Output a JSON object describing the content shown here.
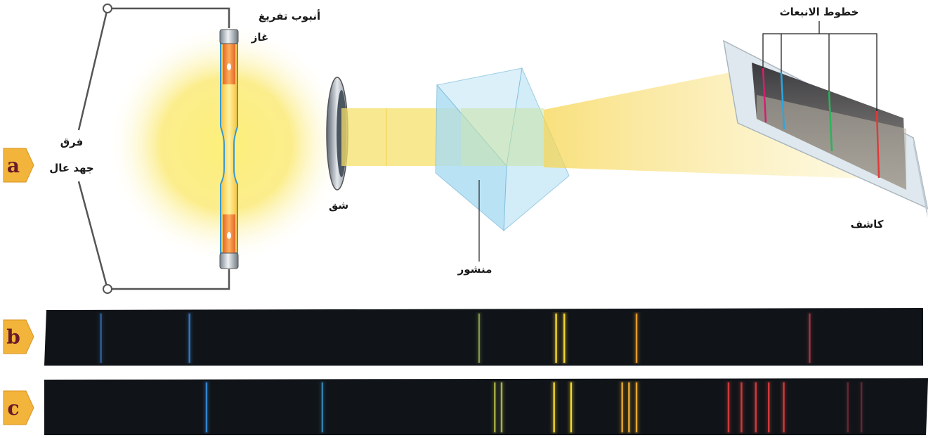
{
  "panels": {
    "a": "a",
    "b": "b",
    "c": "c"
  },
  "labels": {
    "tube_line1": "أنبوب تفريغ",
    "tube_line2": "غاز",
    "voltage_line1": "فرق",
    "voltage_line2": "جهد عال",
    "slit": "شق",
    "prism": "منشور",
    "emission_lines": "خطوط الانبعاث",
    "detector": "كاشف"
  },
  "colors": {
    "badge": "#f2b43a",
    "badge_text": "#6a1a2a",
    "glow": "#fbe96a",
    "beam": "#f8e36a",
    "prism": "#9fd6ef",
    "spectrum_bg": "#101418"
  },
  "detector_lines": [
    {
      "color": "#d4206e"
    },
    {
      "color": "#2aa6e0"
    },
    {
      "color": "#2bb35a"
    },
    {
      "color": "#e03a3a"
    }
  ],
  "spectrum_b": [
    {
      "pos": 0.08,
      "color": "#3a78c8",
      "glow": 0.5
    },
    {
      "pos": 0.21,
      "color": "#3a86d8",
      "glow": 0.7
    },
    {
      "pos": 0.635,
      "color": "#a8c060",
      "glow": 0.5
    },
    {
      "pos": 0.748,
      "color": "#f5d530",
      "glow": 1
    },
    {
      "pos": 0.76,
      "color": "#f5d530",
      "glow": 1
    },
    {
      "pos": 0.866,
      "color": "#f0a030",
      "glow": 0.9
    },
    {
      "pos": 1.12,
      "color": "#c04050",
      "glow": 0.6
    }
  ],
  "spectrum_c": [
    {
      "pos": 0.235,
      "color": "#3a90e0",
      "glow": 0.8
    },
    {
      "pos": 0.405,
      "color": "#3a9ad0",
      "glow": 0.6
    },
    {
      "pos": 0.658,
      "color": "#c8d050",
      "glow": 0.6
    },
    {
      "pos": 0.668,
      "color": "#d0d860",
      "glow": 0.6
    },
    {
      "pos": 0.745,
      "color": "#f5d530",
      "glow": 1
    },
    {
      "pos": 0.77,
      "color": "#f5d530",
      "glow": 1
    },
    {
      "pos": 0.845,
      "color": "#f0b030",
      "glow": 0.9
    },
    {
      "pos": 0.855,
      "color": "#f0b030",
      "glow": 0.9
    },
    {
      "pos": 0.866,
      "color": "#f0b030",
      "glow": 0.9
    },
    {
      "pos": 1.001,
      "color": "#e04040",
      "glow": 0.8
    },
    {
      "pos": 1.02,
      "color": "#e04040",
      "glow": 0.8
    },
    {
      "pos": 1.041,
      "color": "#e04040",
      "glow": 0.8
    },
    {
      "pos": 1.06,
      "color": "#e04040",
      "glow": 0.8
    },
    {
      "pos": 1.082,
      "color": "#e04040",
      "glow": 0.8
    },
    {
      "pos": 1.176,
      "color": "#903040",
      "glow": 0.4
    },
    {
      "pos": 1.196,
      "color": "#903040",
      "glow": 0.4
    }
  ]
}
